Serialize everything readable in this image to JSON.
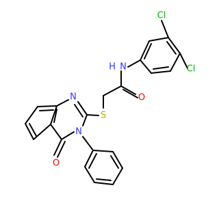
{
  "colors": {
    "carbon_bond": "#000000",
    "nitrogen": "#3333ff",
    "oxygen": "#ff0000",
    "sulfur": "#b2b200",
    "chlorine": "#00b200",
    "hydrogen_on_n": "#3333ff"
  },
  "atoms": {
    "cl_top": "Cl",
    "cl_right": "Cl",
    "amide_n": "N",
    "amide_h": "H",
    "amide_o": "O",
    "sulfur": "S",
    "quinazoline_n1": "N",
    "quinazoline_n3": "N",
    "ring_carbonyl_o": "O"
  }
}
